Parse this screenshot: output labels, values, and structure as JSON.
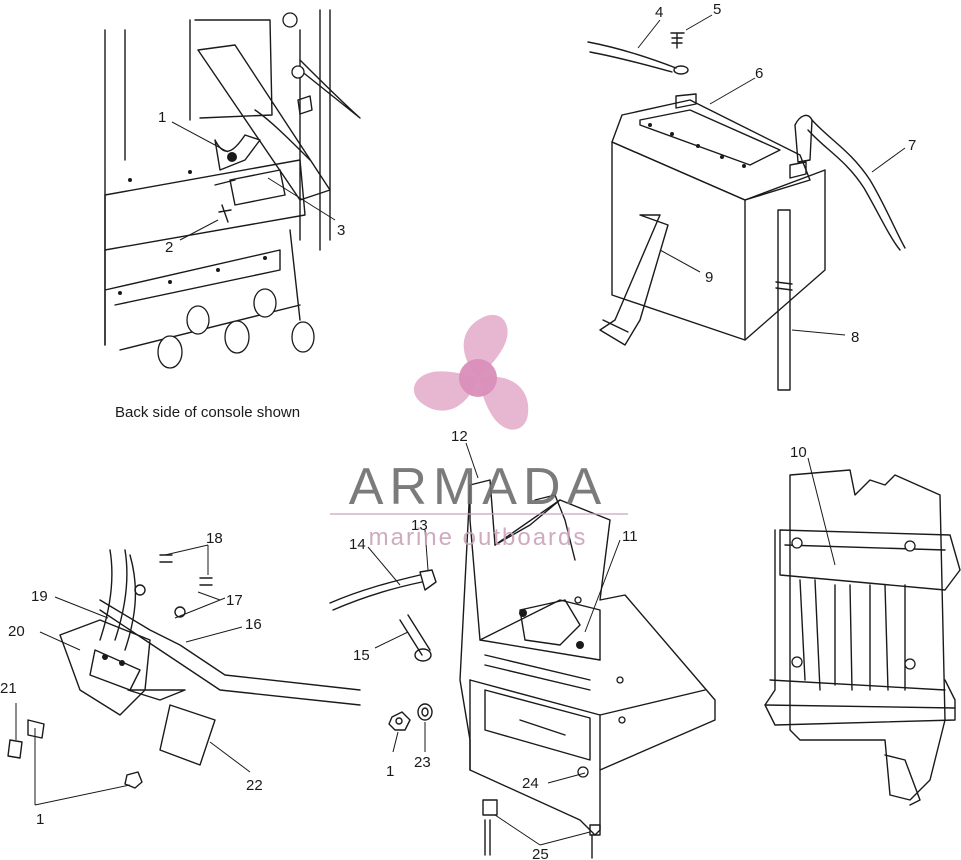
{
  "caption": "Back side of console shown",
  "watermark": {
    "brand": "ARMADA",
    "tagline": "marine outboards",
    "logo_color": "#e3a9c8",
    "logo_hub_color": "#d98fb9",
    "title_color": "#6d6d6d",
    "tagline_color": "#c9a2b9",
    "icon": "propeller-icon"
  },
  "callouts": {
    "c1a": "1",
    "c2": "2",
    "c3": "3",
    "c4": "4",
    "c5": "5",
    "c6": "6",
    "c7": "7",
    "c8": "8",
    "c9": "9",
    "c10": "10",
    "c11": "11",
    "c12": "12",
    "c13": "13",
    "c14": "14",
    "c15": "15",
    "c16": "16",
    "c17": "17",
    "c18": "18",
    "c19": "19",
    "c20": "20",
    "c21": "21",
    "c22": "22",
    "c1b": "1",
    "c23": "23",
    "c24": "24",
    "c1c": "1",
    "c25": "25"
  }
}
